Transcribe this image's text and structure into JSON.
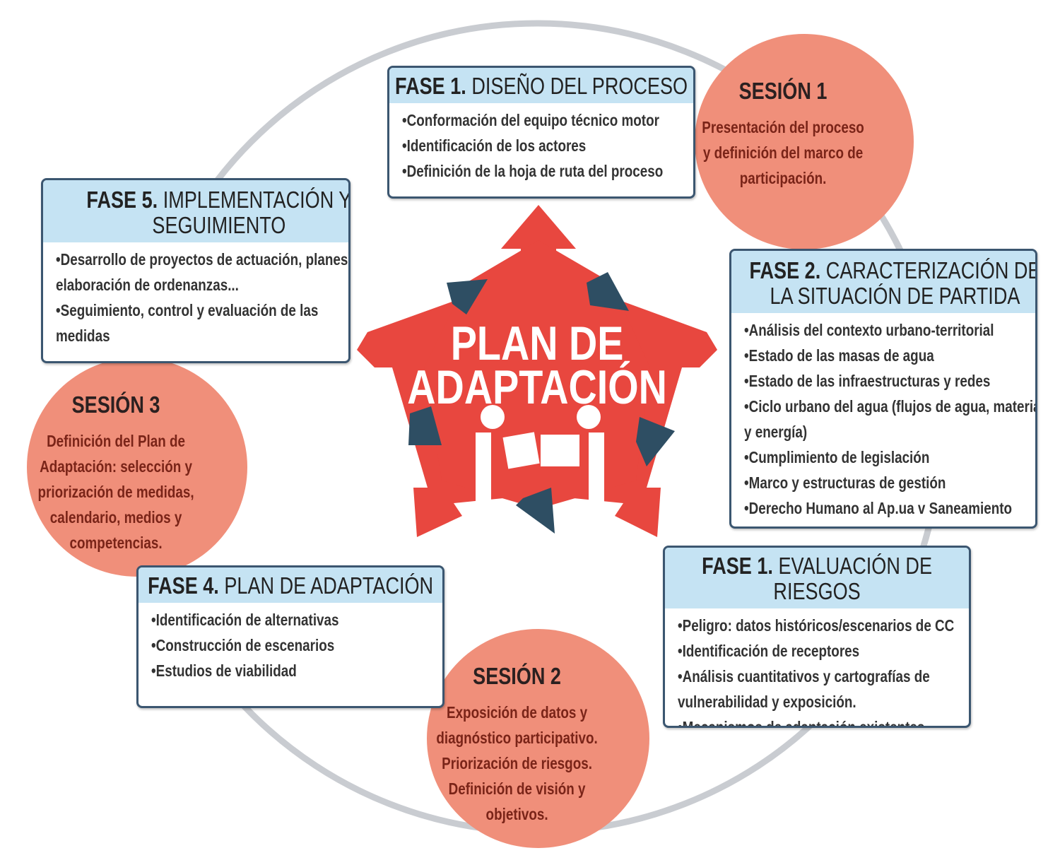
{
  "center": {
    "line1": "PLAN DE",
    "line2": "ADAPTACIÓN"
  },
  "colors": {
    "star": "#e8473f",
    "arrows": "#2e4e63",
    "circle": "#f08f7a",
    "header": "#c5e3f3",
    "ring": "#c9ccd1"
  },
  "phases": [
    {
      "bold": "FASE 1.",
      "title": "DISEÑO DEL PROCESO",
      "items": [
        "•Conformación del equipo técnico motor",
        "•Identificación de los actores",
        "•Definición de la hoja de ruta del proceso"
      ]
    },
    {
      "bold": "FASE 2.",
      "title": "CARACTERIZACIÓN DE LA SITUACIÓN DE PARTIDA",
      "items": [
        "•Análisis del contexto urbano-territorial",
        "•Estado de las masas de agua",
        "•Estado de las infraestructuras y redes",
        "•Ciclo urbano del agua (flujos de agua, materia y energía)",
        "•Cumplimiento de legislación",
        "•Marco y estructuras de gestión",
        "•Derecho Humano al Ap.ua v Saneamiento"
      ]
    },
    {
      "bold": "FASE 1.",
      "title": "EVALUACIÓN DE RIESGOS",
      "items": [
        "•Peligro: datos históricos/escenarios de CC",
        "•Identificación de receptores",
        "•Análisis cuantitativos y cartografías de vulnerabilidad y exposición.",
        "•Mecanismos de adaptación existentes"
      ]
    },
    {
      "bold": "FASE 4.",
      "title": "PLAN DE ADAPTACIÓN",
      "items": [
        "•Identificación de alternativas",
        "•Construcción de escenarios",
        "•Estudios de viabilidad"
      ]
    },
    {
      "bold": "FASE 5.",
      "title": "IMPLEMENTACIÓN Y SEGUIMIENTO",
      "items": [
        "•Desarrollo de proyectos de actuación, planes, elaboración de ordenanzas...",
        "•Seguimiento, control y evaluación de las medidas"
      ]
    }
  ],
  "sessions": [
    {
      "title": "SESIÓN 1",
      "text": "Presentación del proceso y definición del marco de participación."
    },
    {
      "title": "SESIÓN 2",
      "text": "Exposición de datos y diagnóstico participativo. Priorización de riesgos. Definición de visión y objetivos."
    },
    {
      "title": "SESIÓN 3",
      "text": "Definición del Plan de Adaptación: selección y priorización de medidas, calendario, medios y competencias."
    }
  ]
}
